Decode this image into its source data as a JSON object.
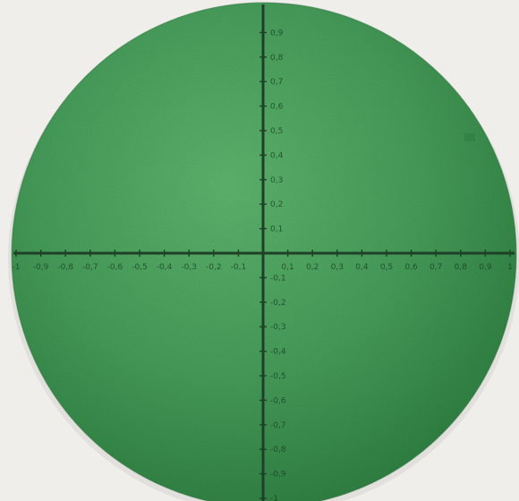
{
  "photo": {
    "subject": "green-paper-disk-with-drawn-axes",
    "colors": {
      "background": "#ecebe7",
      "disk_light": "#55ad66",
      "disk_dark": "#2f8444",
      "ink": "#173d22"
    }
  },
  "axes": {
    "x_negative_ticks": [
      "-1",
      "-0,9",
      "-0,8",
      "-0,7",
      "-0,6",
      "-0,5",
      "-0,4",
      "-0,3",
      "-0,2",
      "-0,1"
    ],
    "x_positive_ticks": [
      "0,1",
      "0,2",
      "0,3",
      "0,4",
      "0,5",
      "0,6",
      "0,7",
      "0,8",
      "0,9",
      "1"
    ],
    "y_positive_ticks": [
      "0,1",
      "0,2",
      "0,3",
      "0,4",
      "0,5",
      "0,6",
      "0,7",
      "0,8",
      "0,9"
    ],
    "y_negative_ticks": [
      "-0,1",
      "-0,2",
      "-0,3",
      "-0,4",
      "-0,5",
      "-0,6",
      "-0,7",
      "-0,8",
      "-0,9",
      "-1"
    ]
  }
}
